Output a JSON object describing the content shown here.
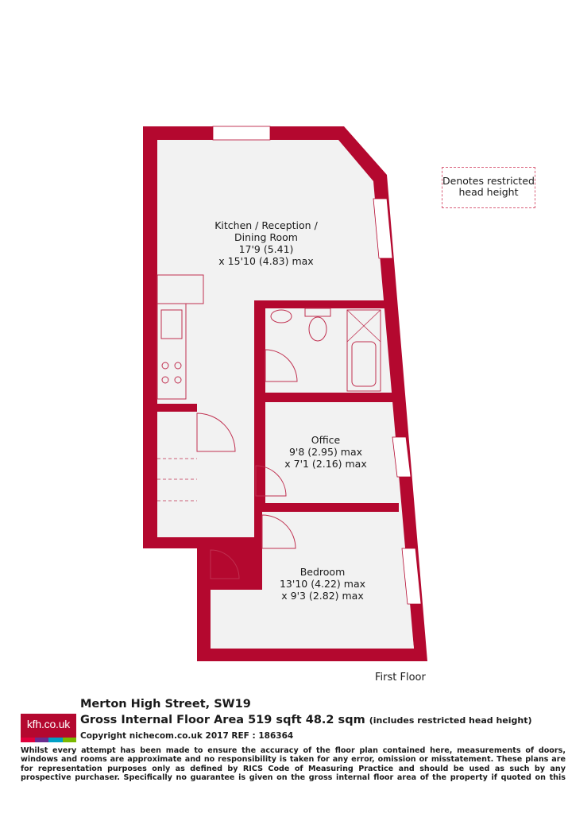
{
  "rooms": {
    "kitchen": {
      "name_line1": "Kitchen / Reception /",
      "name_line2": "Dining Room",
      "dim1": "17'9 (5.41)",
      "dim2": "x 15'10 (4.83) max"
    },
    "office": {
      "name": "Office",
      "dim1": "9'8 (2.95) max",
      "dim2": "x 7'1 (2.16) max"
    },
    "bedroom": {
      "name": "Bedroom",
      "dim1": "13'10 (4.22) max",
      "dim2": "x 9'3 (2.82) max"
    }
  },
  "legend": {
    "line1": "Denotes restricted",
    "line2": "head height"
  },
  "floor_label": "First Floor",
  "footer": {
    "logo_text": "kfh.co.uk",
    "address": "Merton High Street, SW19",
    "area": "Gross Internal Floor Area 519 sqft 48.2 sqm",
    "area_note": "(includes restricted head height)",
    "copyright": "Copyright nichecom.co.uk 2017 REF : 186364",
    "disclaimer": "Whilst every attempt has been made to ensure the accuracy of the floor plan contained here, measurements of doors, windows and rooms are approximate and no responsibility is taken for any error, omission or misstatement. These plans are for representation purposes only as defined by RICS Code of Measuring Practice and should be used as such by any prospective purchaser. Specifically no guarantee is given on the gross internal floor area of the property if quoted on this plan and any figure given is for initial guidance only and should not be relied on as a basis of valuation."
  },
  "colors": {
    "wall": "#b4082f",
    "floor": "#f2f2f2",
    "fixture": "#c03050",
    "legend_dash": "#d9607a",
    "logo_stripes": [
      "#e0003c",
      "#6b2c8f",
      "#00a0c6",
      "#7ab800"
    ]
  }
}
